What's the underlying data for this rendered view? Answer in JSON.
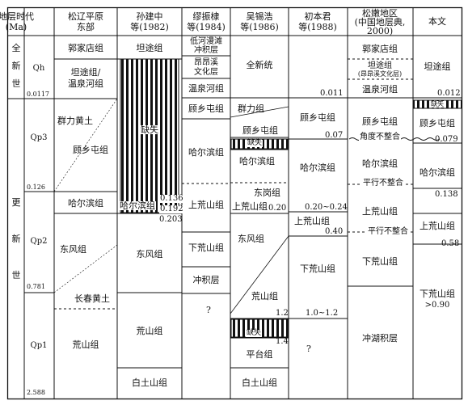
{
  "headers": {
    "era": "地层时代",
    "era_unit": "(Ma)",
    "c1_l1": "松辽平原",
    "c1_l2": "东部",
    "c2_l1": "孙建中",
    "c2_l2": "等(1982)",
    "c3_l1": "缪振棣",
    "c3_l2": "等(1984)",
    "c4_l1": "吴锡浩",
    "c4_l2": "等(1986)",
    "c5_l1": "初本君",
    "c5_l2": "等(1988)",
    "c6_l1": "松嫩地区",
    "c6_l2": "(中国地层典,",
    "c6_l3": "2000)",
    "c7": "本文"
  },
  "era_col": {
    "holocene": [
      "全",
      "新",
      "世"
    ],
    "pleistocene": [
      "更",
      "新",
      "世"
    ]
  },
  "stage_col": {
    "qh": "Qh",
    "qh_age": "0.0117",
    "qp3": "Qp3",
    "qp3_age": "0.126",
    "qp2": "Qp2",
    "qp2_age": "0.781",
    "qp1": "Qp1",
    "qp1_age": "2.588"
  },
  "col1": {
    "guojiadian": "郭家店组",
    "tantu_wenyuan_1": "坦途组/",
    "tantu_wenyuan_2": "温泉河组",
    "guli_1": "群力黄土",
    "guxiangtun": "顾乡屯组",
    "haerbin": "哈尔滨组",
    "dongfeng": "东风组",
    "changchun": "长春黄土",
    "huangshan": "荒山组"
  },
  "col2": {
    "tantu": "坦途组",
    "gap": "缺失",
    "haerbin": "哈尔滨组",
    "age1": "0.136",
    "age2": "0.192",
    "age3": "0.203",
    "dongfeng": "东风组",
    "huangshan": "荒山组",
    "baitushan": "白土山组"
  },
  "col3": {
    "dihe_1": "低河漫滩",
    "dihe_2": "冲积层",
    "angang_1": "昂昂溪",
    "angang_2": "文化层",
    "wenquan": "温泉河组",
    "guxiangtun": "顾乡屯组",
    "haerbin": "哈尔滨组",
    "shanghuang": "上荒山组",
    "xiahuang": "下荒山组",
    "chongji": "冲积层",
    "q": "?"
  },
  "col4": {
    "quanxin": "全新统",
    "qunli": "群力组",
    "guxiangtun": "顾乡屯组",
    "gap": "缺失",
    "haerbin": "哈尔滨组",
    "donggang": "东岗组",
    "shanghuang": "上荒山组",
    "age_020": "0.20",
    "dongfeng": "东风组",
    "huangshan": "荒山组",
    "age_12": "1.2",
    "gap2": "缺失",
    "age_14": "1.4",
    "pingtai": "平台组",
    "baitushan": "白土山组"
  },
  "col5": {
    "age_0011": "0.011",
    "guxiangtun": "顾乡屯组",
    "age_007": "0.07",
    "haerbin": "哈尔滨组",
    "age_020_024": "0.20~0.24",
    "shanghuang": "上荒山组",
    "age_040": "0.40",
    "xiahuang": "下荒山组",
    "age_10_12": "1.0~1.2",
    "q": "?"
  },
  "col6": {
    "guojiadian": "郭家店组",
    "tantu": "坦途组",
    "angang": "(昂昂溪文化层)",
    "wenquan": "温泉河组",
    "guxiangtun": "顾乡屯组",
    "angle": "角度不整合",
    "haerbin": "哈尔滨组",
    "parallel1": "平行不整合",
    "shanghuang": "上荒山组",
    "parallel2": "平行不整合",
    "xiahuang": "下荒山组",
    "chonghu": "冲湖积层"
  },
  "col7": {
    "tantu": "坦途组",
    "age_0012": "0.012",
    "gap": "缺失",
    "guxiangtun": "顾乡屯组",
    "age_0079": "0.079",
    "haerbin": "哈尔滨组",
    "age_0138": "0.138",
    "shanghuang": "上荒山组",
    "age_058": "0.58",
    "xiahuang": "下荒山组",
    "age_090": ">0.90"
  }
}
